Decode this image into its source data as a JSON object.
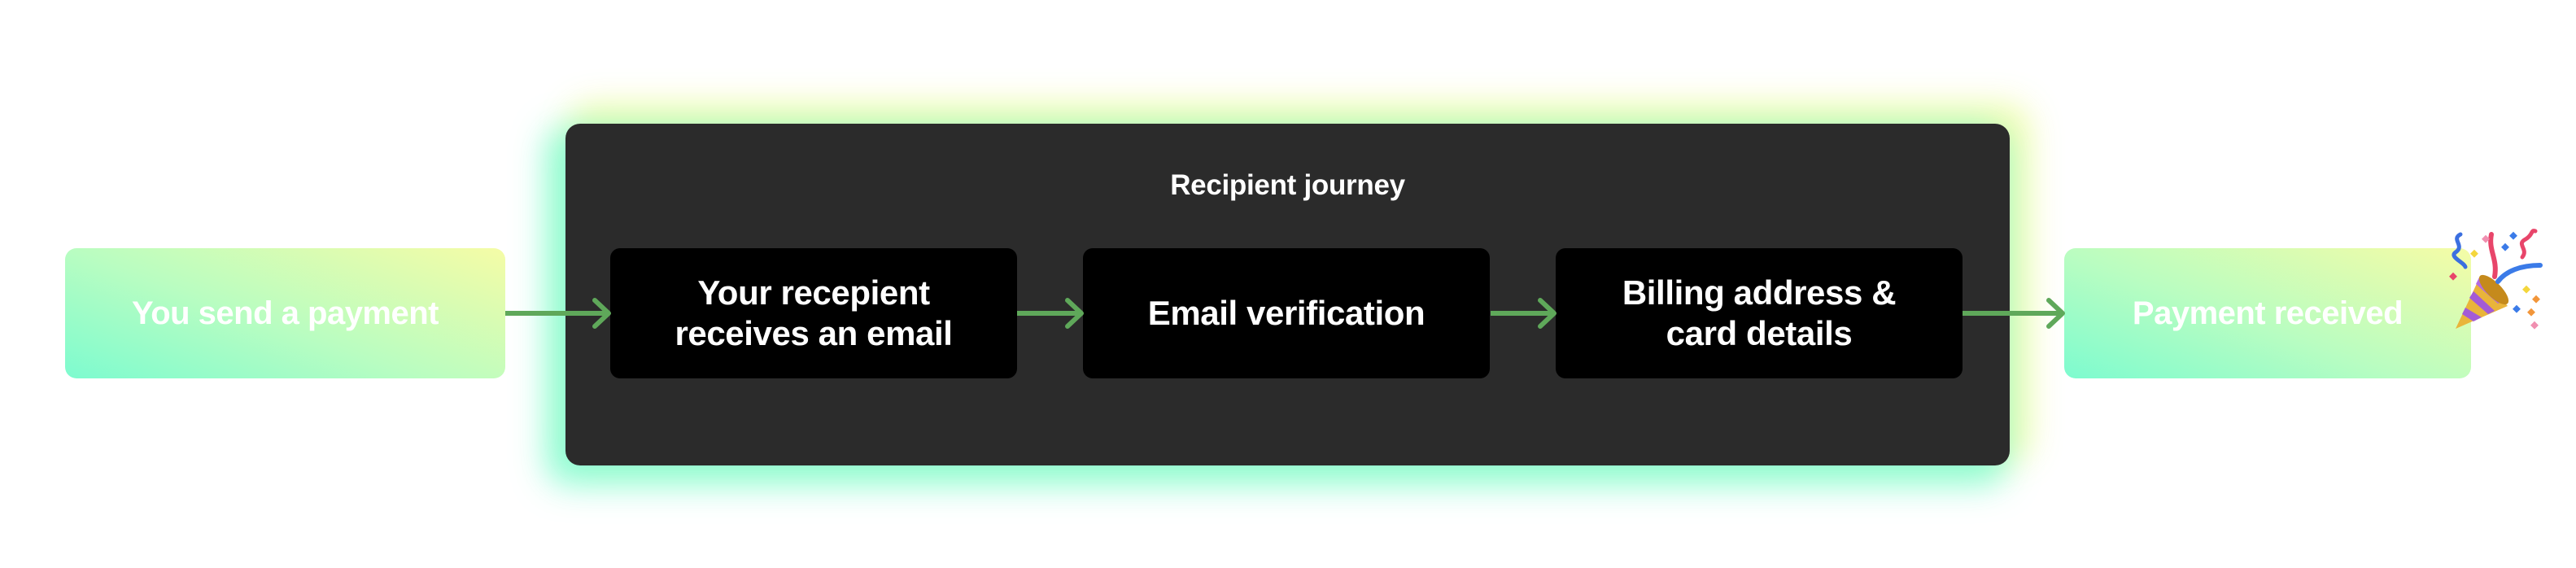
{
  "diagram": {
    "start": {
      "label": "You send a payment"
    },
    "journey": {
      "title": "Recipient journey",
      "steps": [
        {
          "label": "Your recepient receives an email"
        },
        {
          "label": "Email verification"
        },
        {
          "label": "Billing address & card details"
        }
      ]
    },
    "end": {
      "label": "Payment received",
      "icon": "party-popper-icon"
    },
    "colors": {
      "arrow": "#5fa85a",
      "container": "#2b2b2b",
      "step": "#000000",
      "gradient_start": "#7dfbcf",
      "gradient_end": "#f5fca6"
    }
  }
}
